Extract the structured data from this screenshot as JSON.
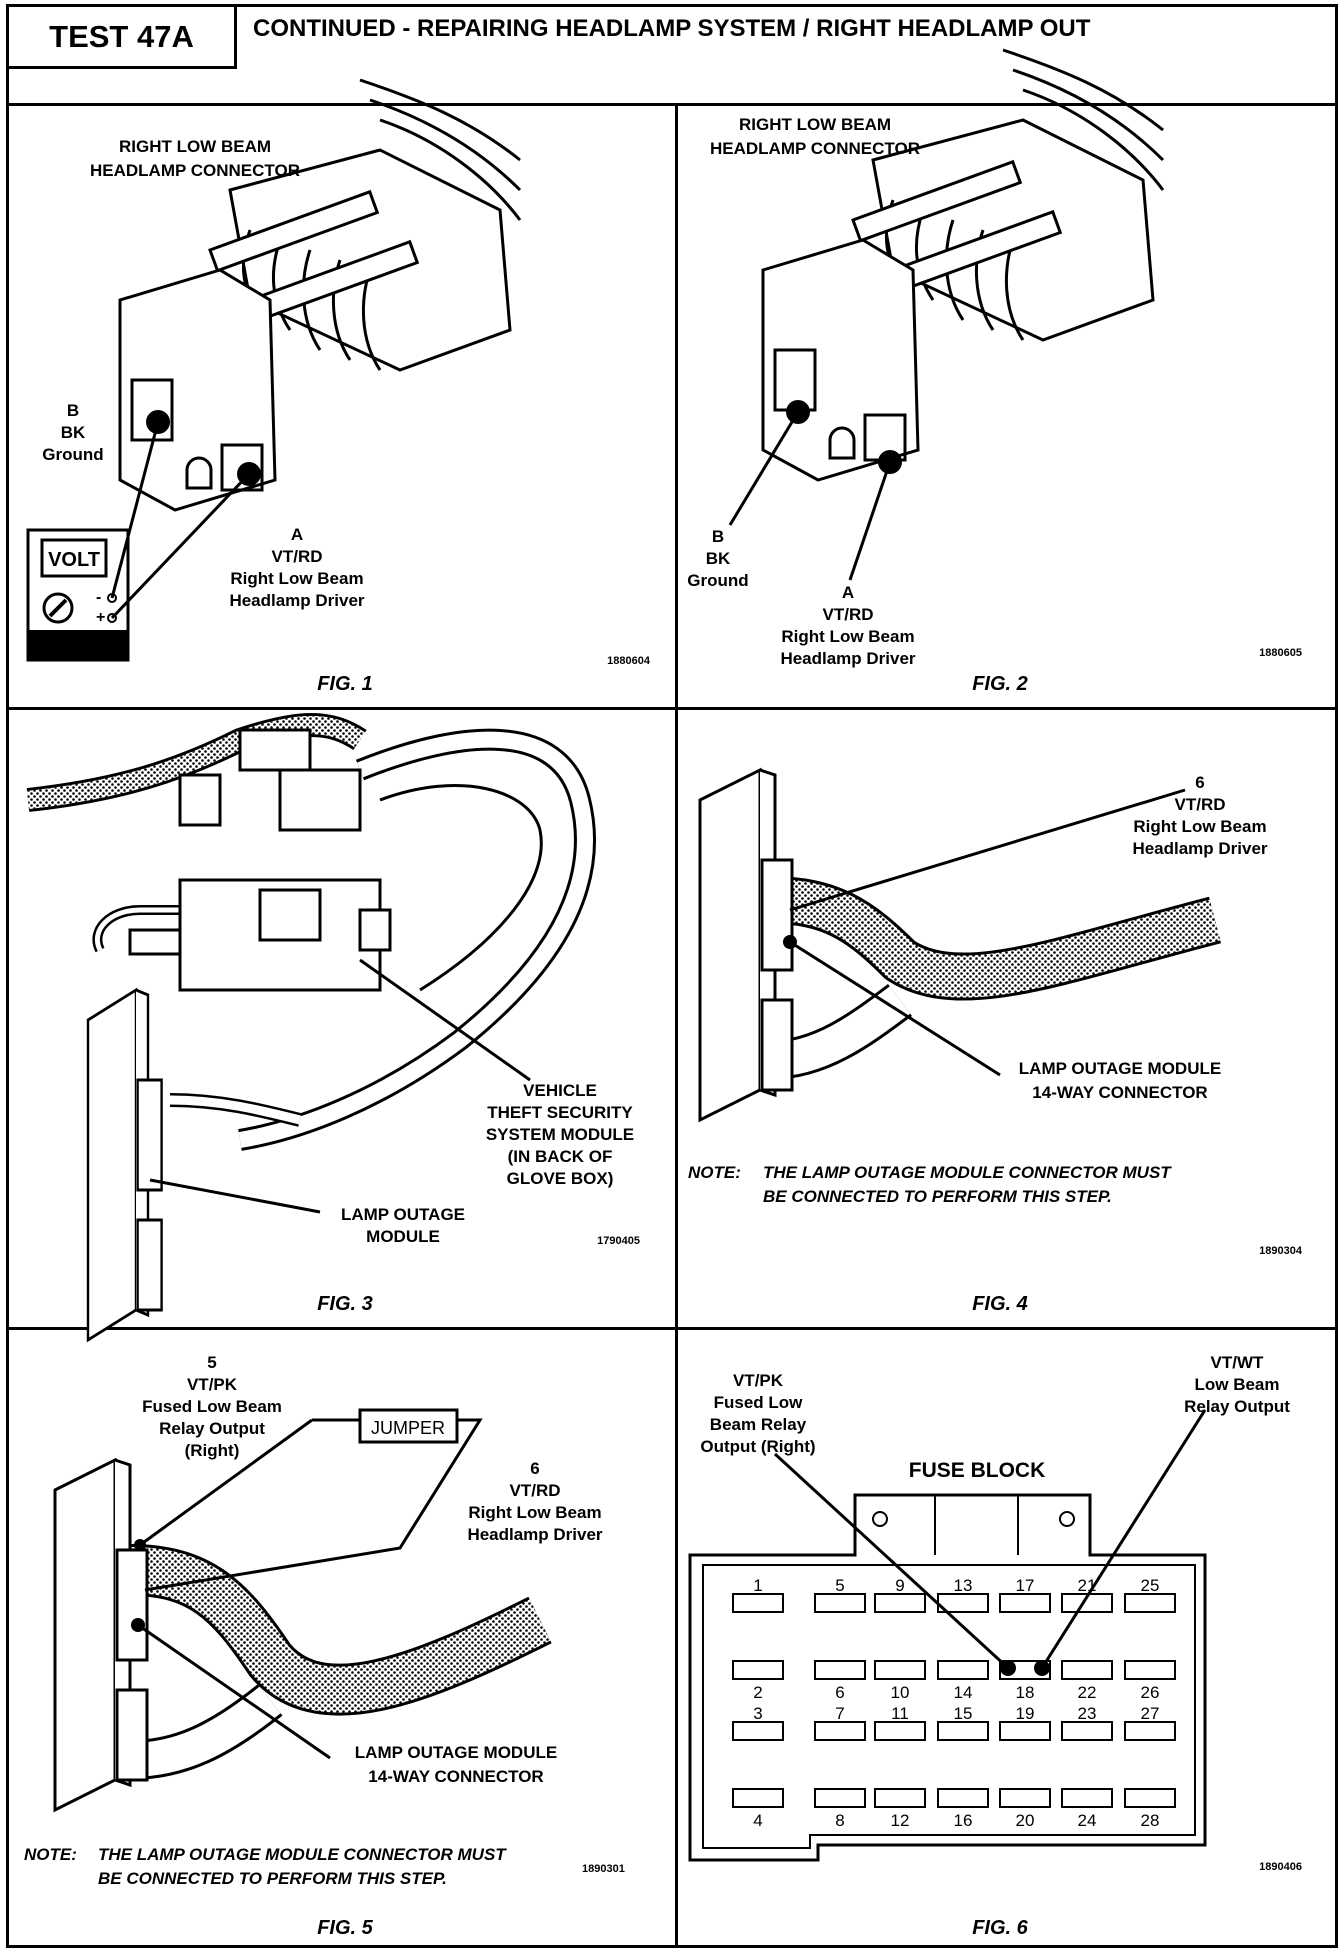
{
  "header": {
    "test_id": "TEST 47A",
    "title": "CONTINUED - REPAIRING HEADLAMP SYSTEM / RIGHT HEADLAMP OUT"
  },
  "fig1": {
    "connector_title": [
      "RIGHT LOW BEAM",
      "HEADLAMP CONNECTOR"
    ],
    "pin_b": [
      "B",
      "BK",
      "Ground"
    ],
    "pin_a": [
      "A",
      "VT/RD",
      "Right Low Beam",
      "Headlamp Driver"
    ],
    "meter_label": "VOLT",
    "meter_minus": "-",
    "meter_plus": "+",
    "code": "1880604",
    "caption": "FIG. 1"
  },
  "fig2": {
    "connector_title": [
      "RIGHT LOW BEAM",
      "HEADLAMP CONNECTOR"
    ],
    "pin_b": [
      "B",
      "BK",
      "Ground"
    ],
    "pin_a": [
      "A",
      "VT/RD",
      "Right Low Beam",
      "Headlamp Driver"
    ],
    "code": "1880605",
    "caption": "FIG. 2"
  },
  "fig3": {
    "vts_label": [
      "VEHICLE",
      "THEFT SECURITY",
      "SYSTEM MODULE",
      "(IN BACK OF",
      "GLOVE BOX)"
    ],
    "lom_label": [
      "LAMP OUTAGE",
      "MODULE"
    ],
    "code": "1790405",
    "caption": "FIG. 3"
  },
  "fig4": {
    "pin6": [
      "6",
      "VT/RD",
      "Right Low Beam",
      "Headlamp Driver"
    ],
    "connector": [
      "LAMP OUTAGE MODULE",
      "14-WAY CONNECTOR"
    ],
    "note_prefix": "NOTE:",
    "note": [
      "THE LAMP OUTAGE MODULE CONNECTOR MUST",
      "BE CONNECTED TO PERFORM THIS STEP."
    ],
    "code": "1890304",
    "caption": "FIG. 4"
  },
  "fig5": {
    "pin5": [
      "5",
      "VT/PK",
      "Fused Low Beam",
      "Relay Output",
      "(Right)"
    ],
    "jumper": "JUMPER",
    "pin6": [
      "6",
      "VT/RD",
      "Right Low Beam",
      "Headlamp Driver"
    ],
    "connector": [
      "LAMP OUTAGE MODULE",
      "14-WAY CONNECTOR"
    ],
    "note_prefix": "NOTE:",
    "note": [
      "THE LAMP OUTAGE MODULE CONNECTOR MUST",
      "BE CONNECTED TO PERFORM THIS STEP."
    ],
    "code": "1890301",
    "caption": "FIG. 5"
  },
  "fig6": {
    "left_label": [
      "VT/PK",
      "Fused Low",
      "Beam Relay",
      "Output (Right)"
    ],
    "right_label": [
      "VT/WT",
      "Low Beam",
      "Relay Output"
    ],
    "title": "FUSE BLOCK",
    "top_row": [
      "1",
      "5",
      "9",
      "13",
      "17",
      "21",
      "25"
    ],
    "row2": [
      "2",
      "6",
      "10",
      "14",
      "18",
      "22",
      "26"
    ],
    "row3": [
      "3",
      "7",
      "11",
      "15",
      "19",
      "23",
      "27"
    ],
    "bottom_row": [
      "4",
      "8",
      "12",
      "16",
      "20",
      "24",
      "28"
    ],
    "code": "1890406",
    "caption": "FIG. 6"
  }
}
